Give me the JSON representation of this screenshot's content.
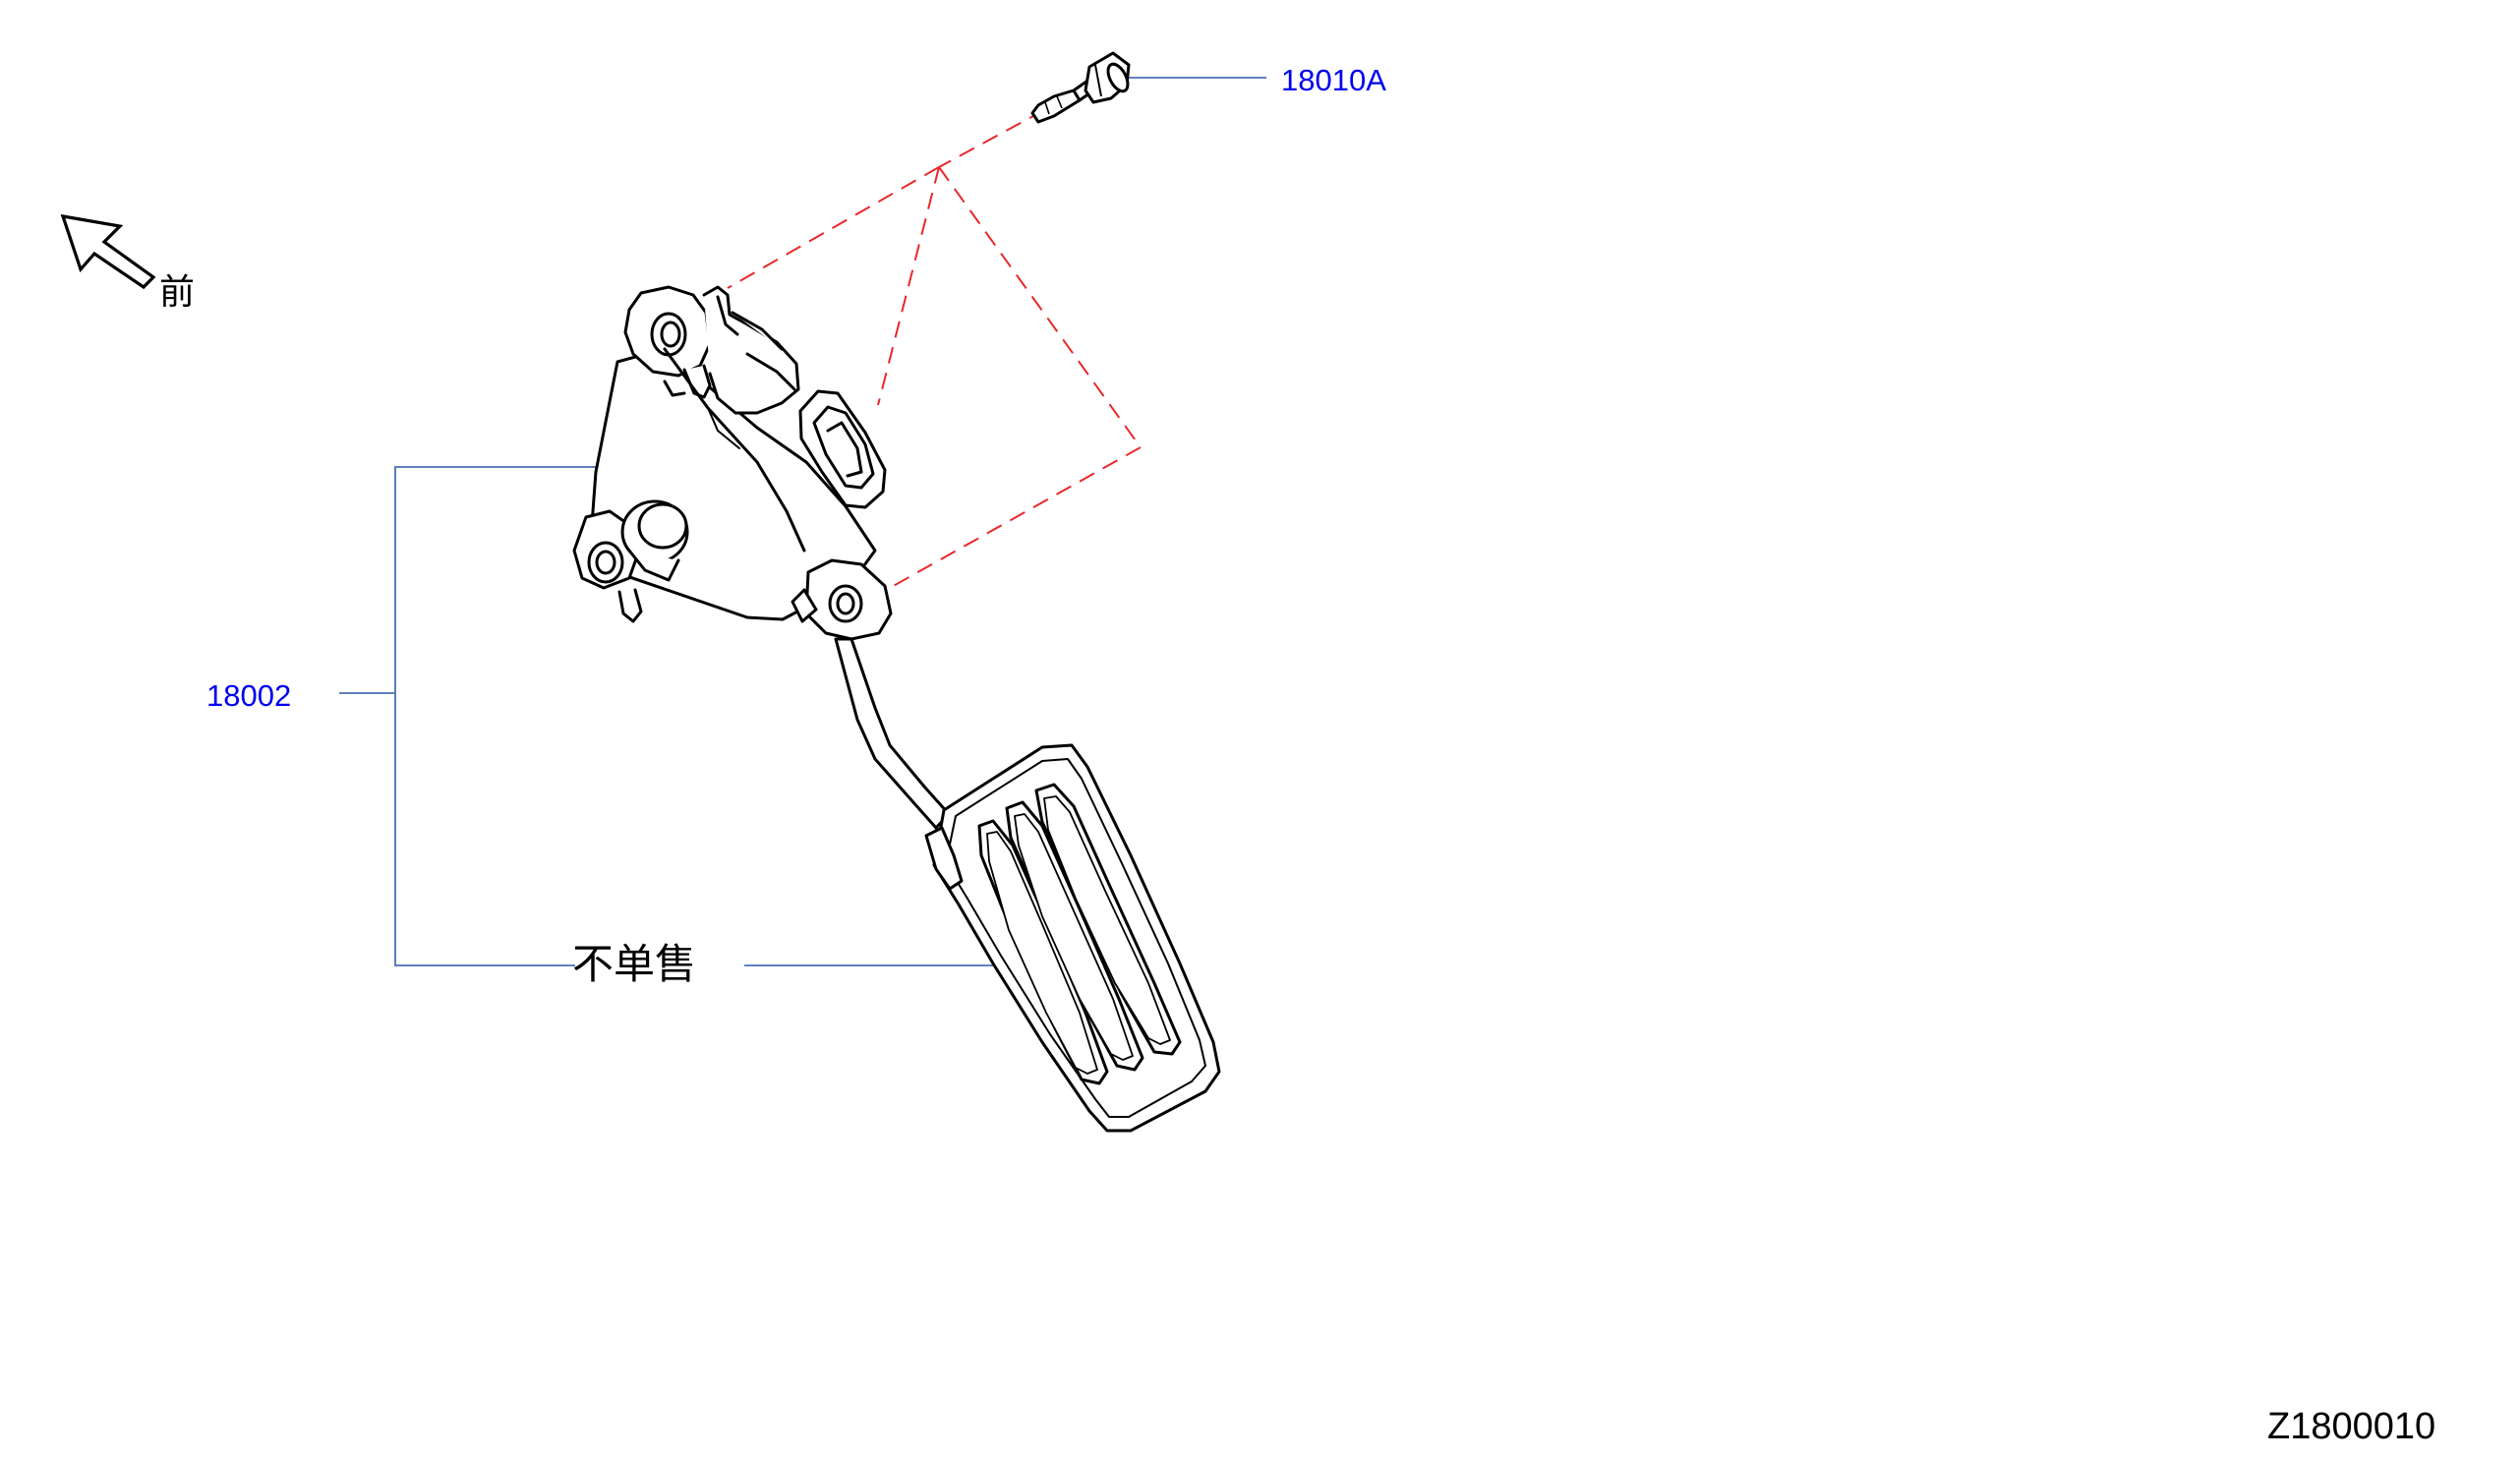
{
  "diagram": {
    "front_label": "前",
    "bolt_part_number": "18010A",
    "pedal_assembly_part_number": "18002",
    "not_sold_separately_label": "不单售",
    "drawing_id": "Z1800010",
    "colors": {
      "callout_text": "#0000ee",
      "leader_line": "#4a6fb5",
      "hidden_line": "#e8282b",
      "outline": "#000000"
    }
  }
}
